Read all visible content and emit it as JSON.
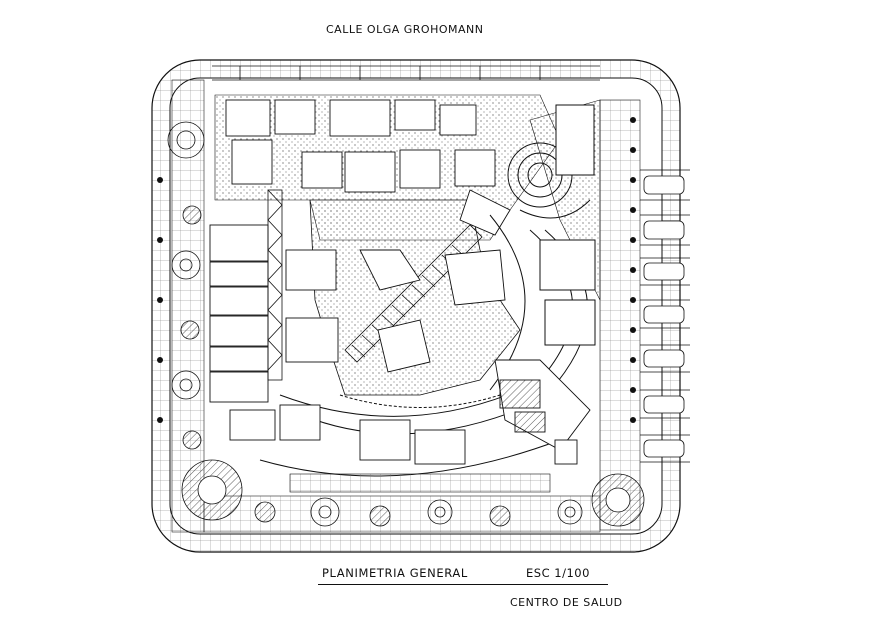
{
  "drawing": {
    "street_name": "CALLE OLGA GROHOMANN",
    "title": "PLANIMETRIA GENERAL",
    "scale": "ESC  1/100",
    "subtitle": "CENTRO DE SALUD"
  },
  "colors": {
    "line": "#111111",
    "background": "#ffffff",
    "hatch": "#555555"
  }
}
